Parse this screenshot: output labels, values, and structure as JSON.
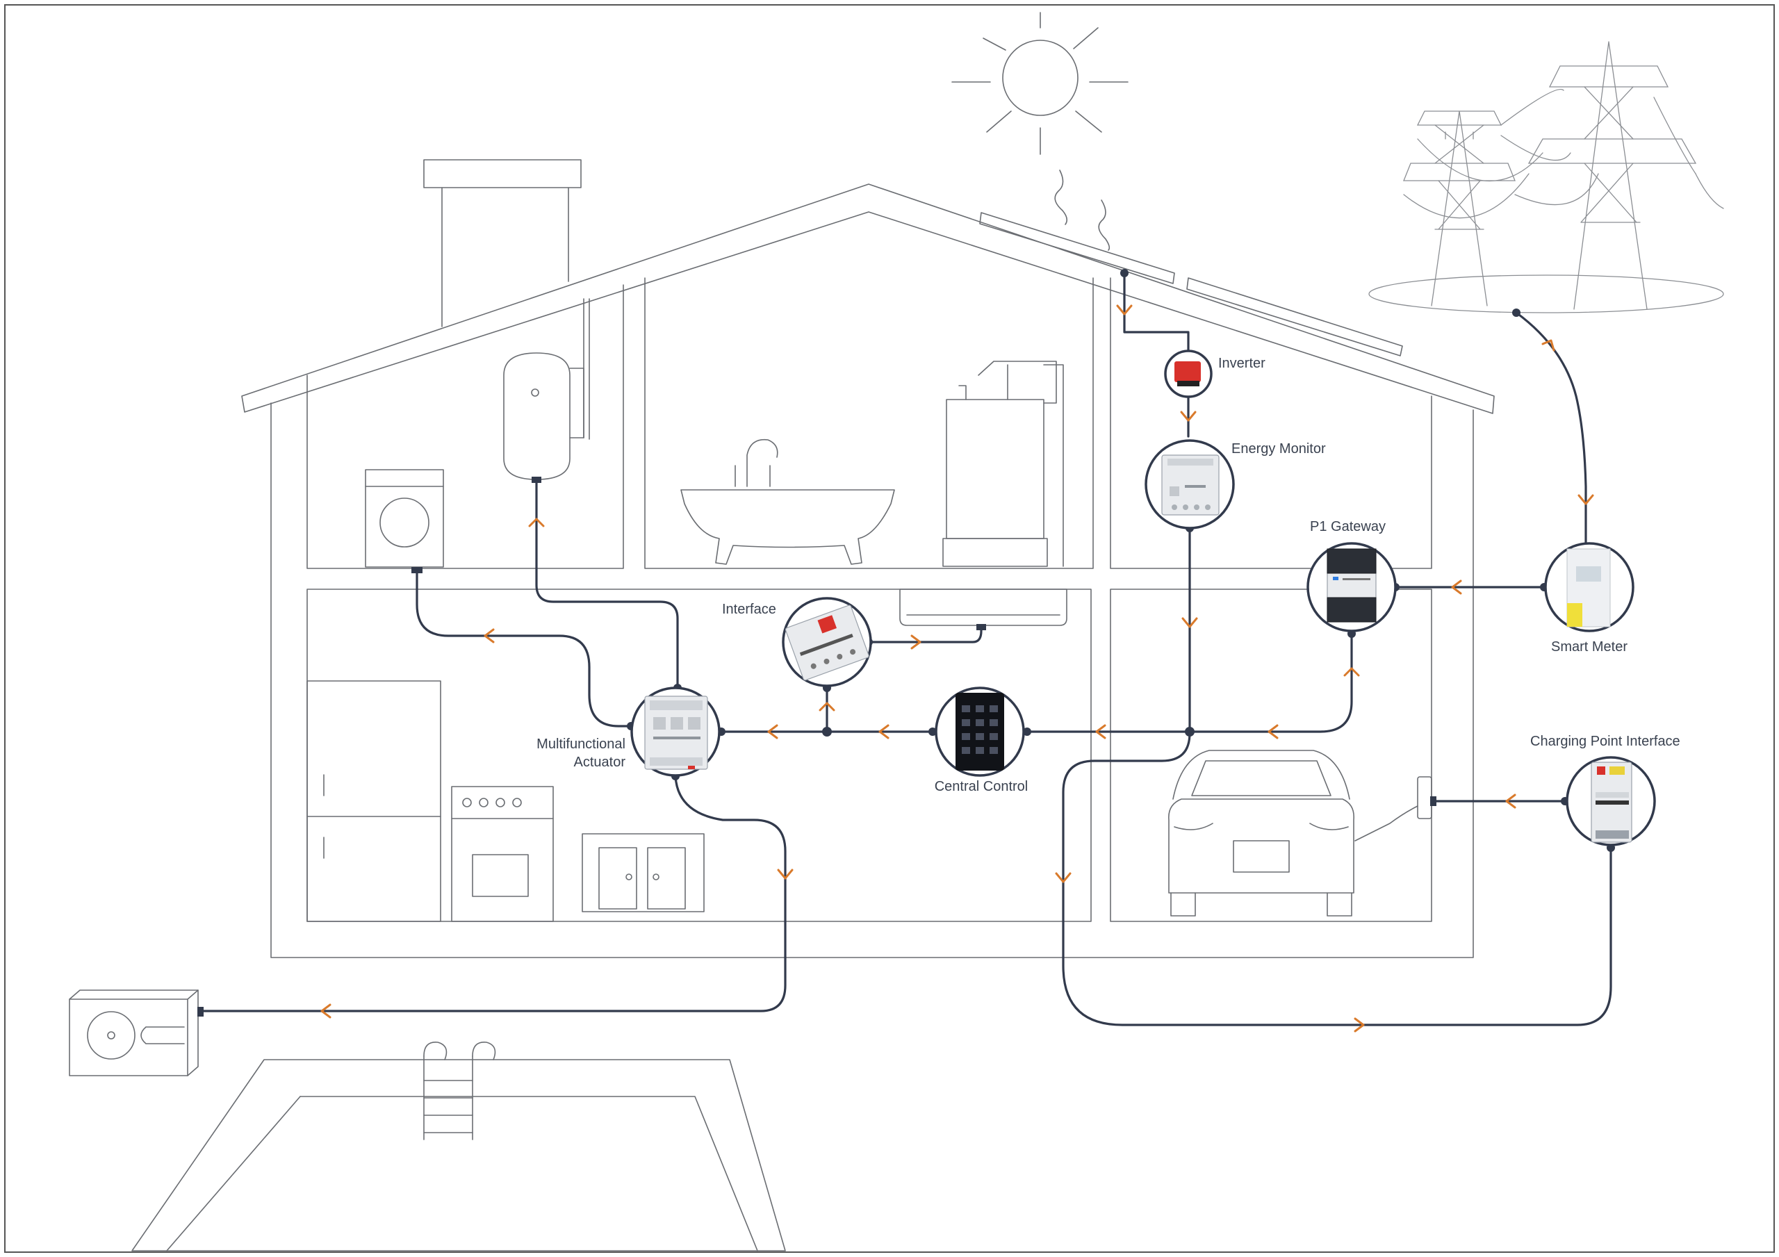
{
  "labels": {
    "inverter": "Inverter",
    "energy_monitor": "Energy Monitor",
    "p1_gateway": "P1 Gateway",
    "smart_meter": "Smart Meter",
    "interface": "Interface",
    "multifunctional_actuator_line1": "Multifunctional",
    "multifunctional_actuator_line2": "Actuator",
    "central_control": "Central Control",
    "charging_point_interface": "Charging Point Interface"
  },
  "colors": {
    "wire": "#323a4c",
    "arrow": "#d97a2b",
    "sketch": "#6a6d72",
    "device_red": "#d8312b"
  },
  "icons": [
    "sun-icon",
    "power-pylon-icon",
    "solar-panel-icon",
    "inverter-icon",
    "energy-monitor-icon",
    "p1-gateway-icon",
    "smart-meter-icon",
    "interface-icon",
    "multifunctional-actuator-icon",
    "central-control-icon",
    "charging-point-interface-icon",
    "ev-charger-icon",
    "car-icon",
    "washing-machine-icon",
    "water-heater-icon",
    "bathtub-icon",
    "shower-icon",
    "air-conditioner-icon",
    "fridge-icon",
    "oven-icon",
    "cabinet-icon",
    "heat-pump-icon",
    "pool-icon"
  ]
}
